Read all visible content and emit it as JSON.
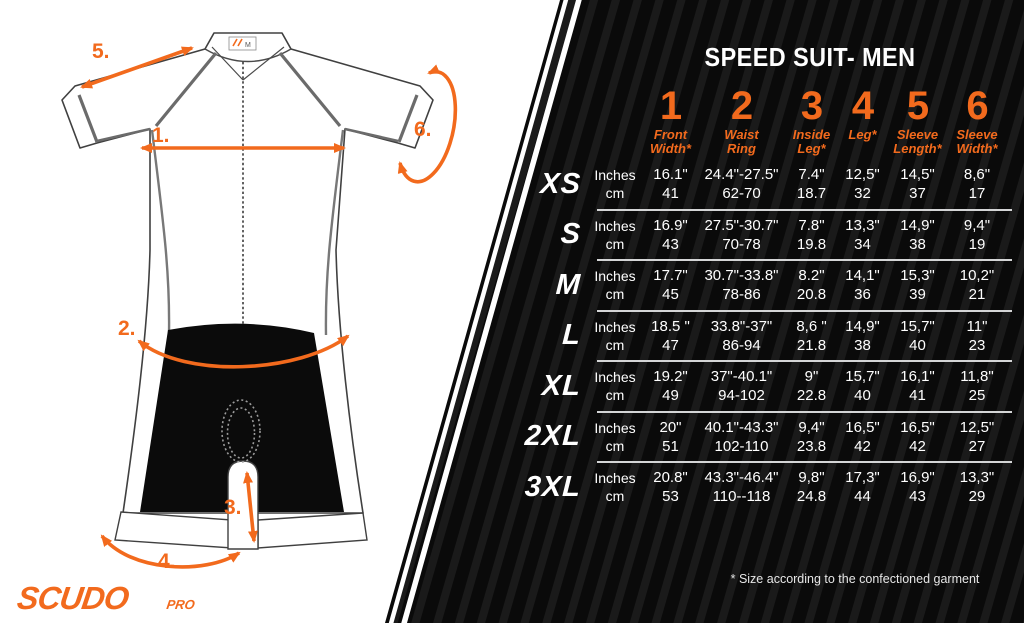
{
  "title": "SPEED SUIT- MEN",
  "footnote": "* Size according to the confectioned garment",
  "brand": {
    "name": "SCUDO",
    "suffix": "PRO"
  },
  "diagram": {
    "tag_size": "M",
    "arrow_labels": {
      "a1": "1.",
      "a2": "2.",
      "a3": "3.",
      "a4": "4.",
      "a5": "5.",
      "a6": "6."
    }
  },
  "table": {
    "units": {
      "inches": "Inches",
      "cm": "cm"
    },
    "columns": [
      {
        "num": "1",
        "label": "Front Width*"
      },
      {
        "num": "2",
        "label": "Waist Ring"
      },
      {
        "num": "3",
        "label": "Inside Leg*"
      },
      {
        "num": "4",
        "label": "Leg*"
      },
      {
        "num": "5",
        "label": "Sleeve Length*"
      },
      {
        "num": "6",
        "label": "Sleeve Width*"
      }
    ],
    "rows": [
      {
        "size": "XS",
        "inches": [
          "16.1\"",
          "24.4\"-27.5\"",
          "7.4\"",
          "12,5\"",
          "14,5\"",
          "8,6\""
        ],
        "cm": [
          "41",
          "62-70",
          "18.7",
          "32",
          "37",
          "17"
        ]
      },
      {
        "size": "S",
        "inches": [
          "16.9\"",
          "27.5\"-30.7\"",
          "7.8\"",
          "13,3\"",
          "14,9\"",
          "9,4\""
        ],
        "cm": [
          "43",
          "70-78",
          "19.8",
          "34",
          "38",
          "19"
        ]
      },
      {
        "size": "M",
        "inches": [
          "17.7\"",
          "30.7\"-33.8\"",
          "8.2\"",
          "14,1\"",
          "15,3\"",
          "10,2\""
        ],
        "cm": [
          "45",
          "78-86",
          "20.8",
          "36",
          "39",
          "21"
        ]
      },
      {
        "size": "L",
        "inches": [
          "18.5 \"",
          "33.8\"-37\"",
          "8,6 \"",
          "14,9\"",
          "15,7\"",
          "11\""
        ],
        "cm": [
          "47",
          "86-94",
          "21.8",
          "38",
          "40",
          "23"
        ]
      },
      {
        "size": "XL",
        "inches": [
          "19.2\"",
          "37\"-40.1\"",
          "9\"",
          "15,7\"",
          "16,1\"",
          "11,8\""
        ],
        "cm": [
          "49",
          "94-102",
          "22.8",
          "40",
          "41",
          "25"
        ]
      },
      {
        "size": "2XL",
        "inches": [
          "20\"",
          "40.1\"-43.3\"",
          "9,4\"",
          "16,5\"",
          "16,5\"",
          "12,5\""
        ],
        "cm": [
          "51",
          "102-110",
          "23.8",
          "42",
          "42",
          "27"
        ]
      },
      {
        "size": "3XL",
        "inches": [
          "20.8\"",
          "43.3\"-46.4\"",
          "9,8\"",
          "17,3\"",
          "16,9\"",
          "13,3\""
        ],
        "cm": [
          "53",
          "110--118",
          "24.8",
          "44",
          "43",
          "29"
        ]
      }
    ]
  },
  "colors": {
    "accent": "#F26A1D",
    "panel_dark": "#0a0a0a",
    "panel_stripe": "#1a1a1a"
  }
}
